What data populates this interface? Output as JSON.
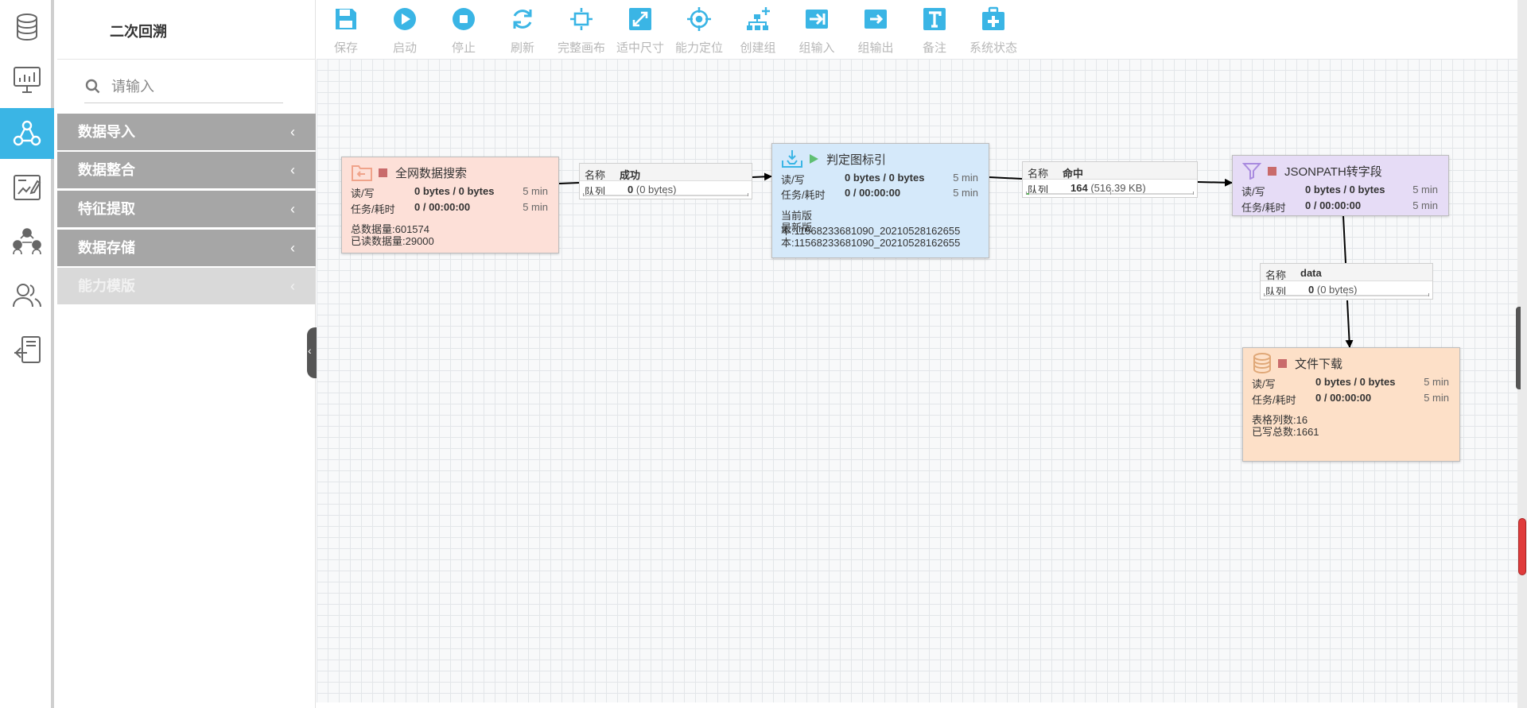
{
  "rail": {
    "items": [
      {
        "icon": "database-icon",
        "active": false
      },
      {
        "icon": "monitor-chart-icon",
        "active": false
      },
      {
        "icon": "flow-graph-icon",
        "active": true
      },
      {
        "icon": "report-edit-icon",
        "active": false
      },
      {
        "icon": "group-network-icon",
        "active": false
      },
      {
        "icon": "users-icon",
        "active": false
      },
      {
        "icon": "document-export-icon",
        "active": false
      }
    ],
    "accent": "#3ab5e5"
  },
  "sidebar": {
    "title": "二次回溯",
    "search_placeholder": "请输入",
    "categories": [
      {
        "label": "数据导入",
        "disabled": false
      },
      {
        "label": "数据整合",
        "disabled": false
      },
      {
        "label": "特征提取",
        "disabled": false
      },
      {
        "label": "数据存储",
        "disabled": false
      },
      {
        "label": "能力模版",
        "disabled": true
      }
    ],
    "chevron": "‹"
  },
  "toolbar": {
    "items": [
      {
        "label": "保存",
        "icon": "save-icon"
      },
      {
        "label": "启动",
        "icon": "play-icon"
      },
      {
        "label": "停止",
        "icon": "stop-icon"
      },
      {
        "label": "刷新",
        "icon": "refresh-icon"
      },
      {
        "label": "完整画布",
        "icon": "fit-canvas-icon"
      },
      {
        "label": "适中尺寸",
        "icon": "expand-icon"
      },
      {
        "label": "能力定位",
        "icon": "locate-icon"
      },
      {
        "label": "创建组",
        "icon": "create-group-icon"
      },
      {
        "label": "组输入",
        "icon": "group-input-icon"
      },
      {
        "label": "组输出",
        "icon": "group-output-icon"
      },
      {
        "label": "备注",
        "icon": "text-note-icon"
      },
      {
        "label": "系统状态",
        "icon": "system-status-icon"
      }
    ],
    "icon_color": "#3ab5e5"
  },
  "processors": [
    {
      "title": "全网数据搜索",
      "state": "stopped",
      "icon": "folder-import-icon",
      "bg": "#fde0d8",
      "rw_label": "读/写",
      "rw": "0 bytes / 0 bytes",
      "rw_time": "5 min",
      "task_label": "任务/耗时",
      "task": "0 / 00:00:00",
      "task_time": "5 min",
      "notes": [
        "总数据量:601574",
        "已读数据量:29000"
      ]
    },
    {
      "title": "判定图标引",
      "state": "running",
      "icon": "inbox-download-icon",
      "bg": "#d5e9fa",
      "rw_label": "读/写",
      "rw": "0 bytes / 0 bytes",
      "rw_time": "5 min",
      "task_label": "任务/耗时",
      "task": "0 / 00:00:00",
      "task_time": "5 min",
      "notes": [
        "当前版本:11568233681090_20210528162655",
        "最新版本:11568233681090_20210528162655"
      ]
    },
    {
      "title": "JSONPATH转字段",
      "state": "stopped",
      "icon": "filter-icon",
      "bg": "#e6dcf6",
      "rw_label": "读/写",
      "rw": "0 bytes / 0 bytes",
      "rw_time": "5 min",
      "task_label": "任务/耗时",
      "task": "0 / 00:00:00",
      "task_time": "5 min",
      "notes": []
    },
    {
      "title": "文件下载",
      "state": "stopped",
      "icon": "database-icon",
      "bg": "#fde0c8",
      "rw_label": "读/写",
      "rw": "0 bytes / 0 bytes",
      "rw_time": "5 min",
      "task_label": "任务/耗时",
      "task": "0 / 00:00:00",
      "task_time": "5 min",
      "notes": [
        "表格列数:16",
        "已写总数:1661"
      ]
    }
  ],
  "connections": [
    {
      "name_label": "名称",
      "name": "成功",
      "queue_label": "队列",
      "count": "0",
      "size": "(0 bytes)",
      "fill": 0
    },
    {
      "name_label": "名称",
      "name": "命中",
      "queue_label": "队列",
      "count": "164",
      "size": "(516.39 KB)",
      "fill": 0.02
    },
    {
      "name_label": "名称",
      "name": "data",
      "queue_label": "队列",
      "count": "0",
      "size": "(0 bytes)",
      "fill": 0
    }
  ]
}
